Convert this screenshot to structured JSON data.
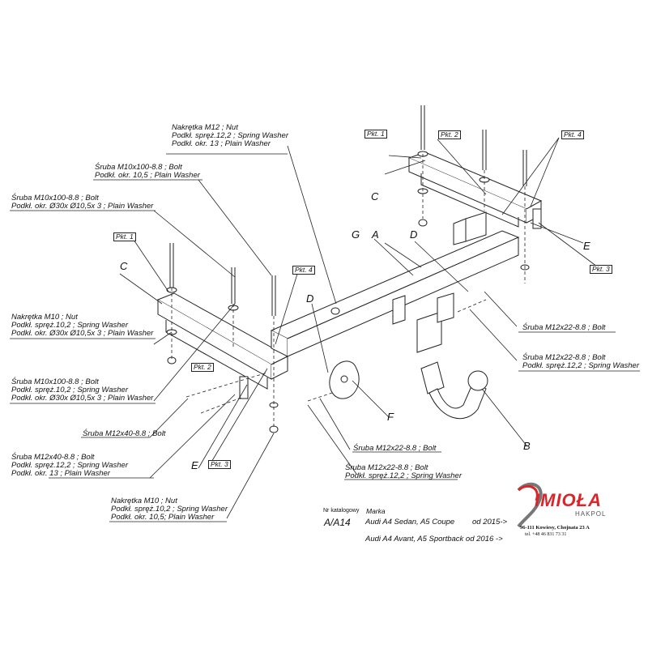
{
  "labels": {
    "nut_m12_1": "Nakrętka  M12 ; Nut",
    "nut_m12_2": "Podkł. spręż.12,2 ; Spring Washer",
    "nut_m12_3": "Podkł. okr. 13 ; Plain Washer",
    "bolt_m10_top_1": "Śruba M10x100-8.8 ;  Bolt",
    "bolt_m10_top_2": "Podkł. okr.  10,5 ; Plain Washer",
    "bolt_m10_left_1": "Śruba M10x100-8.8 ;  Bolt",
    "bolt_m10_left_2": "Podkł. okr.  Ø30x Ø10,5x 3 ; Plain Washer",
    "nut_m10_1": "Nakrętka  M10 ; Nut",
    "nut_m10_2": "Podkł. spręż.10,2 ; Spring Washer",
    "nut_m10_3": "Podkł. okr.  Ø30x Ø10,5x 3 ; Plain Washer",
    "bolt_m10_low_1": "Śruba M10x100-8.8 ;  Bolt",
    "bolt_m10_low_2": "Podkł. spręż.10,2 ; Spring Washer",
    "bolt_m10_low_3": "Podkł. okr.  Ø30x Ø10,5x 3 ; Plain Washer",
    "bolt_m12x40": "Śruba M12x40-8.8 ;  Bolt",
    "bolt_m12x40b_1": "Śruba M12x40-8.8 ;  Bolt",
    "bolt_m12x40b_2": "Podkł. spręż.12,2 ; Spring Washer",
    "bolt_m12x40b_3": "Podkł. okr. 13 ; Plain Washer",
    "nut_m10b_1": "Nakrętka  M10 ; Nut",
    "nut_m10b_2": "Podkł. spręż.10,2 ; Spring Washer",
    "nut_m10b_3": "Podkł. okr.  10,5; Plain Washer",
    "bolt_m12x22_r1": "Śruba M12x22-8.8 ;  Bolt",
    "bolt_m12x22_r2_1": "Śruba M12x22-8.8 ;  Bolt",
    "bolt_m12x22_r2_2": "Podkł. spręż.12,2 ; Spring Washer",
    "bolt_m12x22_c": "Śruba M12x22-8.8 ;  Bolt",
    "bolt_m12x22_d_1": "Śruba M12x22-8.8 ;  Bolt",
    "bolt_m12x22_d_2": "Podkł. spręż.12,2 ; Spring Washer"
  },
  "parts": {
    "C": "C",
    "G": "G",
    "A": "A",
    "D": "D",
    "E": "E",
    "F": "F",
    "B": "B"
  },
  "points": {
    "pkt1": "Pkt. 1",
    "pkt2": "Pkt. 2",
    "pkt3": "Pkt. 3",
    "pkt4": "Pkt. 4"
  },
  "catalog": {
    "nr_label": "Nr katalogowy",
    "marka_label": "Marka",
    "number": "A/A14",
    "model1": "Audi A4 Sedan, A5 Coupe",
    "from1": "od  2015->",
    "model2": "Audi A4 Avant, A5  Sportback od 2016 ->"
  },
  "company": {
    "logo": "IMIOŁA",
    "sub": "HAKPOL",
    "address": "96-111 Kowiesy, Chojnata 23 A",
    "tel": "tel. +48 46 831 73 31"
  },
  "colors": {
    "line": "#222222",
    "brand_red": "#d9262b"
  }
}
